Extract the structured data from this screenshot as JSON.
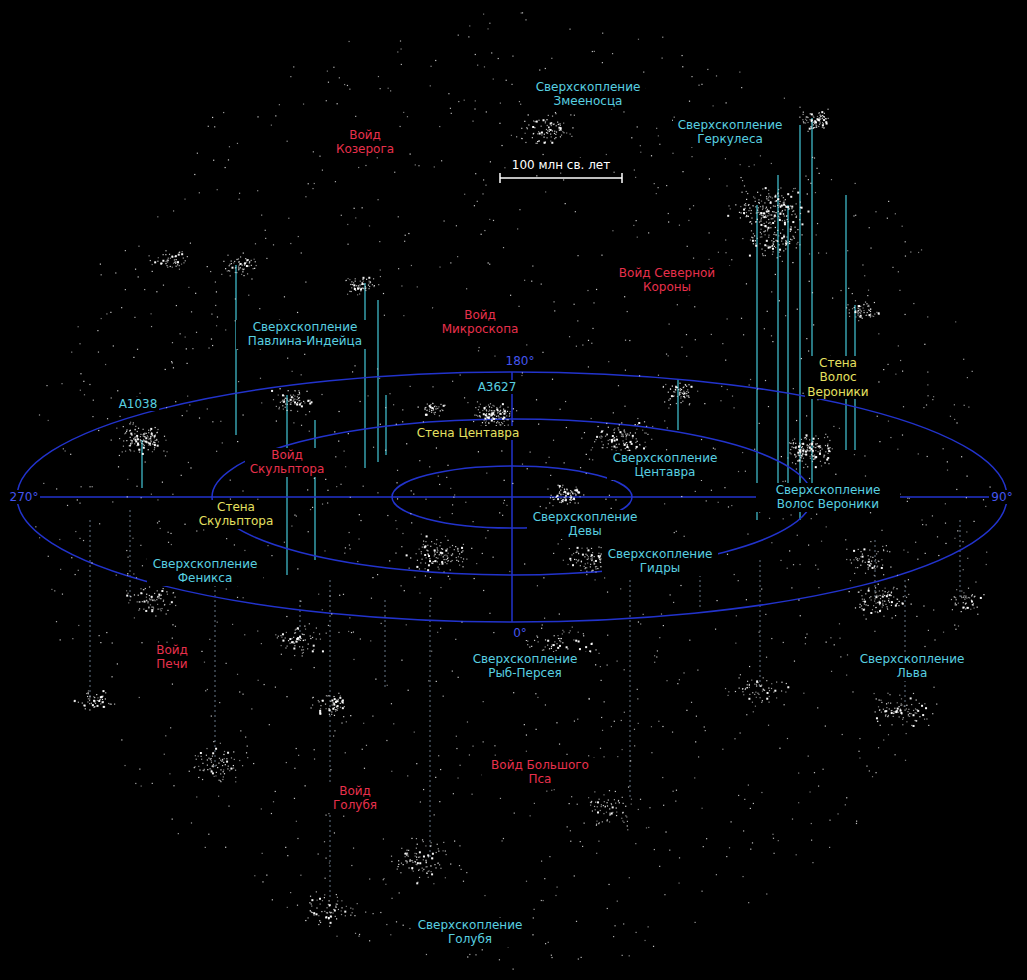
{
  "diagram": {
    "labels": [
      "Сверхскопление Змееносца",
      "Войд Козерога",
      "100 млн св. лет",
      "Сверхскопление Геркулеса",
      "Войд Северной Короны",
      "Сверхскопление Павлина-Индейца",
      "Войд Микроскопа",
      "Стена Волос Вероники",
      "A3627",
      "A1038",
      "Стена Центавра",
      "Войд Скульптора",
      "Сверхскопление Центавра",
      "Стена Скульптора",
      "Сверхскопление Девы",
      "Сверхскопление Волос Вероники",
      "Сверхскопление Феникса",
      "Сверхскопление Гидры",
      "Войд Печи",
      "Сверхскопление Рыб-Персея",
      "Сверхскопление Льва",
      "Войд Большого Пса",
      "Войд Голубя",
      "Сверхскопление Голубя",
      "180°",
      "0°",
      "270°",
      "90°"
    ]
  }
}
